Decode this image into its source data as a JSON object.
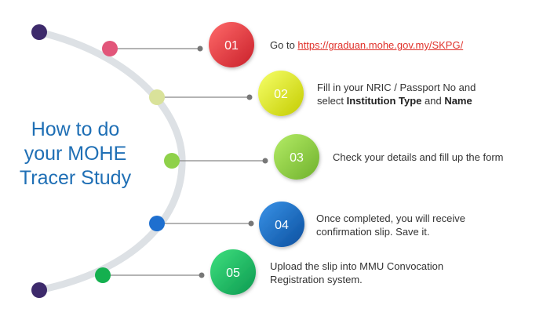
{
  "title": {
    "line1": "How to do",
    "line2": "your MOHE",
    "line3": "Tracer Study"
  },
  "colors": {
    "title": "#1f6fb5",
    "arc": "#dde1e5",
    "link": "#e0312a",
    "end_dot": "#3d2a6b"
  },
  "steps": [
    {
      "number": "01",
      "color_light": "#ff6a6a",
      "color_dark": "#c9202a",
      "dot_color": "#e2567a",
      "text_before": "Go to ",
      "link": "https://graduan.mohe.gov.my/SKPG/"
    },
    {
      "number": "02",
      "color_light": "#f6ff6a",
      "color_dark": "#c4cc00",
      "dot_color": "#d9e29a",
      "line1": "Fill in your NRIC / Passport No and",
      "line2_pre": "select ",
      "line2_bold1": "Institution Type",
      "line2_mid": " and ",
      "line2_bold2": "Name"
    },
    {
      "number": "03",
      "color_light": "#b4ec66",
      "color_dark": "#6fb12c",
      "dot_color": "#8fd14a",
      "text": "Check your details and fill up the form"
    },
    {
      "number": "04",
      "color_light": "#3a93e8",
      "color_dark": "#0b4f9e",
      "dot_color": "#1e6fcf",
      "line1": "Once completed, you will receive",
      "line2": "confirmation slip. Save it."
    },
    {
      "number": "05",
      "color_light": "#3ee07e",
      "color_dark": "#0d9950",
      "dot_color": "#14b04f",
      "line1": "Upload the slip into MMU Convocation",
      "line2": "Registration system."
    }
  ]
}
